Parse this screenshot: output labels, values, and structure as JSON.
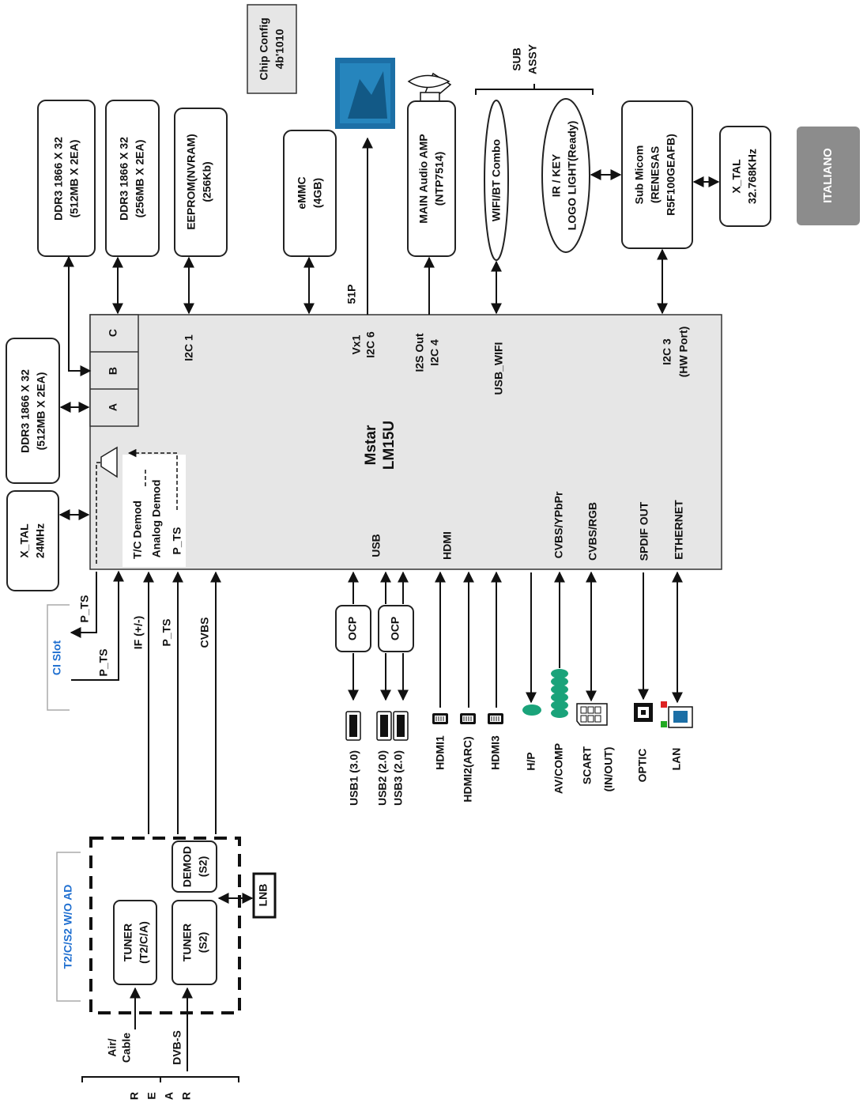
{
  "page_label": "ITALIANO",
  "chip_config": {
    "line1": "Chip Config",
    "line2": "4b'1010"
  },
  "main_chip": {
    "line1": "Mstar",
    "line2": "LM15U"
  },
  "ddr_a_box": {
    "line1": "DDR3 1866 X 32",
    "line2": "(512MB X 2EA)"
  },
  "ddr_b_box": {
    "line1": "DDR3  1866 X 32",
    "line2": "(512MB X 2EA)"
  },
  "ddr_c_box": {
    "line1": "DDR3  1866 X 32",
    "line2": "(256MB X 2EA)"
  },
  "eeprom_box": {
    "line1": "EEPROM(NVRAM)",
    "line2": "(256Kb)"
  },
  "emmc_box": {
    "line1": "eMMC",
    "line2": "(4GB)"
  },
  "audio_amp_box": {
    "line1": "MAIN Audio AMP",
    "line2": "(NTP7514)"
  },
  "wifi_box": {
    "line1": "WIFI/BT Combo"
  },
  "ir_key_box": {
    "line1": "IR / KEY",
    "line2": "LOGO LIGHT(Ready)"
  },
  "sub_assy": {
    "line1": "SUB",
    "line2": "ASSY"
  },
  "sub_micom_box": {
    "line1": "Sub Micom",
    "line2": "(RENESAS",
    "line3": "R5F100GEAFB)"
  },
  "xtal_main": {
    "line1": "X_TAL",
    "line2": "24MHz"
  },
  "xtal_sub": {
    "line1": "X_TAL",
    "line2": "32.768KHz"
  },
  "ddr_ports": {
    "a": "A",
    "b": "B",
    "c": "C"
  },
  "demod_block": {
    "tc": "T/C  Demod",
    "analog": "Analog Demod",
    "pts": "P_TS"
  },
  "chip_ports": {
    "i2c1": "I2C 1",
    "vx1": "Vx1",
    "i2c6": "I2C 6",
    "p51": "51P",
    "i2s": "I2S Out",
    "i2c4": "I2C 4",
    "usb_wifi": "USB_WIFI",
    "i2c3": "I2C 3",
    "hwport": "(HW Port)",
    "usb": "USB",
    "hdmi": "HDMI",
    "cvbs_ypbpr": "CVBS/YPbPr",
    "cvbs_rgb": "CVBS/RGB",
    "spdif": "SPDIF OUT",
    "ethernet": "ETHERNET"
  },
  "ci_slot": {
    "label": "CI Slot",
    "pts1": "P_TS",
    "pts2": "P_TS"
  },
  "frontend_signals": {
    "if": "IF (+/-)",
    "pts": "P_TS",
    "cvbs": "CVBS"
  },
  "ocp": {
    "label1": "OCP",
    "label2": "OCP"
  },
  "connectors": {
    "usb1": "USB1 (3.0)",
    "usb2": "USB2 (2.0)",
    "usb3": "USB3 (2.0)",
    "hdmi1": "HDMI1",
    "hdmi2": "HDMI2(ARC)",
    "hdmi3": "HDMI3",
    "hp": "H/P",
    "avcomp": "AV/COMP",
    "scart": "SCART",
    "scart_sub": "(IN/OUT)",
    "optic": "OPTIC",
    "lan": "LAN"
  },
  "tuner_module": {
    "label": "T2/C/S2 W/O AD",
    "tuner_tca": {
      "line1": "TUNER",
      "line2": "(T2/C/A)"
    },
    "tuner_s2": {
      "line1": "TUNER",
      "line2": "(S2)"
    },
    "demod_s2": {
      "line1": "DEMOD",
      "line2": "(S2)"
    }
  },
  "lnb": "LNB",
  "inputs": {
    "air_cable_1": "Air/",
    "air_cable_2": "Cable",
    "dvbs": "DVB-S"
  },
  "rear": [
    "R",
    "E",
    "A",
    "R"
  ],
  "colors": {
    "chip_fill": "#e6e6e6",
    "connector_green": "#1aa37a",
    "tab_gray": "#8c8c8c",
    "ci_blue": "#1f6fd0",
    "image_blue": "#1c6fa6"
  }
}
